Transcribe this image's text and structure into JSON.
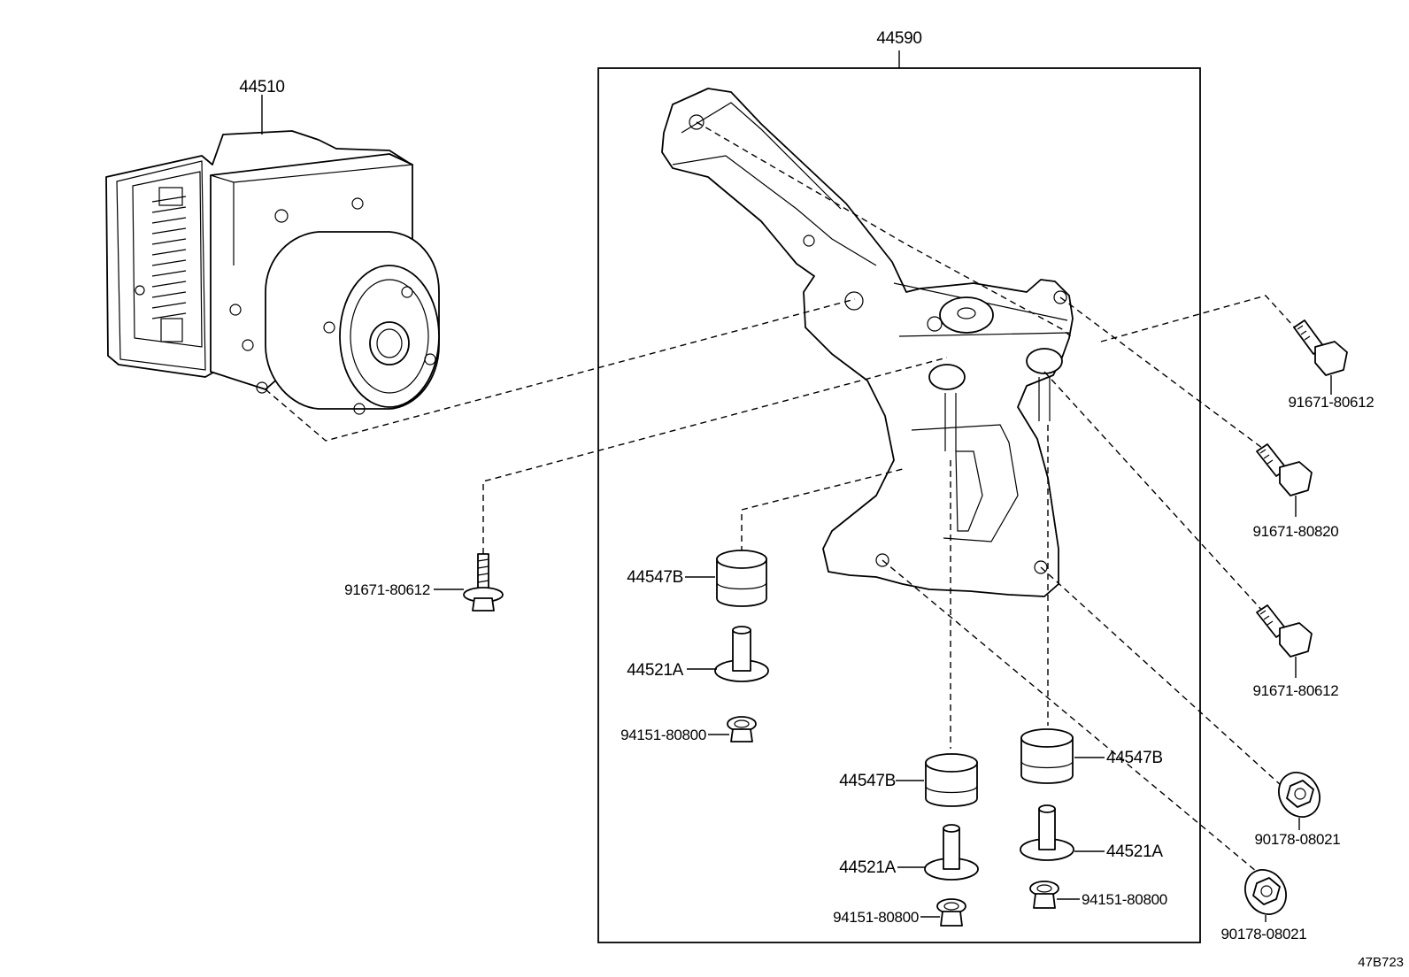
{
  "diagram": {
    "assembly_label": "44590",
    "figure_code": "47B723",
    "parts": {
      "actuator": "44510",
      "bolt_left": "91671-80612",
      "cushion_upper": "44547B",
      "collar_upper": "44521A",
      "nut_upper": "94151-80800",
      "cushion_lower_left": "44547B",
      "collar_lower_left": "44521A",
      "nut_lower_left": "94151-80800",
      "cushion_lower_right": "44547B",
      "collar_lower_right": "44521A",
      "nut_lower_right": "94151-80800",
      "bolt_right_1": "91671-80612",
      "bolt_right_2": "91671-80820",
      "bolt_right_3": "91671-80612",
      "nut_right_1": "90178-08021",
      "nut_right_2": "90178-08021"
    }
  }
}
